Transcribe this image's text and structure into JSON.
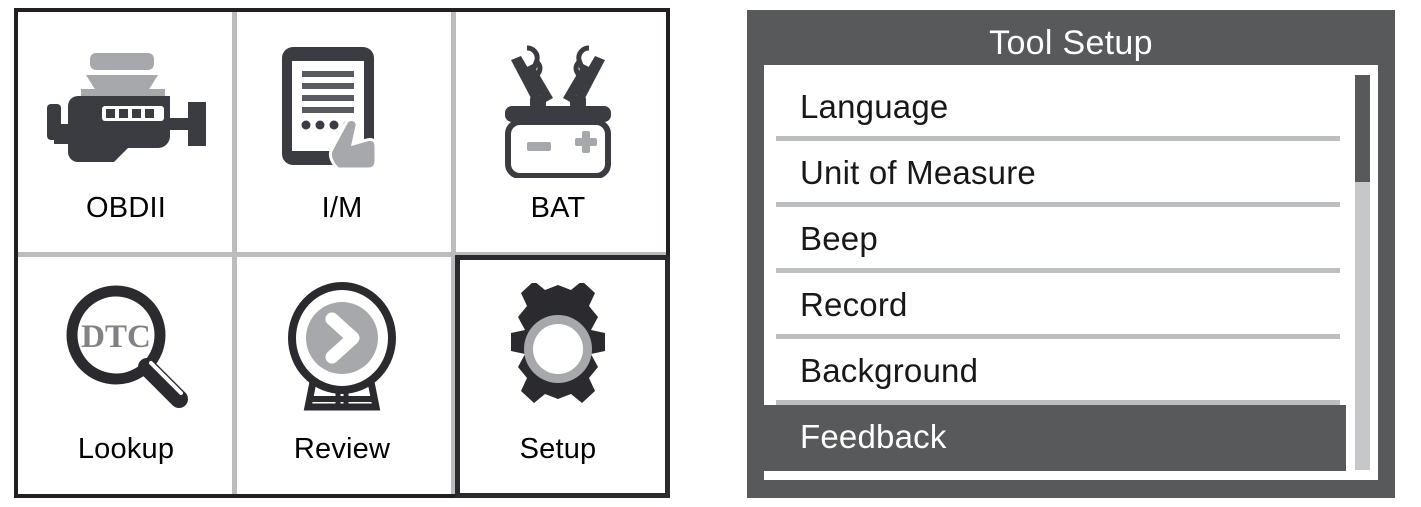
{
  "home": {
    "tiles": [
      {
        "label": "OBDII",
        "icon": "engine-icon",
        "selected": false
      },
      {
        "label": "I/M",
        "icon": "tablet-touch-icon",
        "selected": false
      },
      {
        "label": "BAT",
        "icon": "battery-clamps-icon",
        "selected": false
      },
      {
        "label": "Lookup",
        "icon": "dtc-magnifier-icon",
        "selected": false
      },
      {
        "label": "Review",
        "icon": "playback-disc-icon",
        "selected": false
      },
      {
        "label": "Setup",
        "icon": "gear-icon",
        "selected": true
      }
    ],
    "dtc_badge_text": "DTC",
    "battery_minus": "−",
    "battery_plus": "+"
  },
  "tool_setup": {
    "title": "Tool Setup",
    "items": [
      {
        "label": "Language",
        "selected": false
      },
      {
        "label": "Unit of Measure",
        "selected": false
      },
      {
        "label": "Beep",
        "selected": false
      },
      {
        "label": "Record",
        "selected": false
      },
      {
        "label": "Background",
        "selected": false
      },
      {
        "label": "Feedback",
        "selected": true
      }
    ],
    "scrollbar": {
      "thumb_position": "top",
      "thumb_fraction": "27%"
    }
  },
  "colors": {
    "panel_gray": "#58595b",
    "icon_dark": "#2b2b2f",
    "icon_gray": "#a6a8ab",
    "grid_line": "#bcbcbc",
    "separator": "#bdbec0",
    "selection_border": "#2b2b2f",
    "white": "#ffffff",
    "text_black": "#000000"
  }
}
